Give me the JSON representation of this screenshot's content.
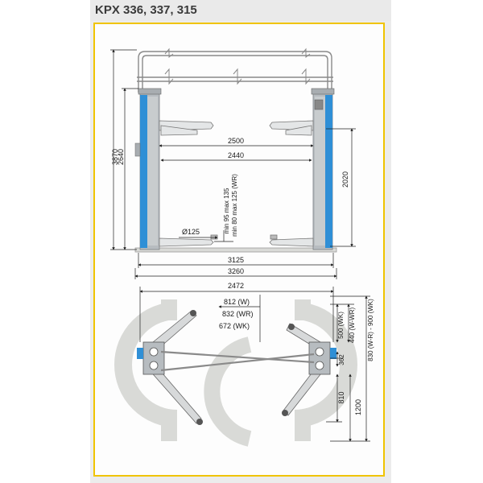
{
  "header": {
    "title": "KPX 336, 337, 315"
  },
  "colors": {
    "frame": "#f0c400",
    "column_blue": "#2f8fd6",
    "column_grey": "#b7bcc0",
    "footprint": "#d9dad7"
  },
  "front_view": {
    "dims": {
      "total_height": "3870",
      "column_height": "2640",
      "width_2500": "2500",
      "width_2440": "2440",
      "height_2020": "2020",
      "min95": "min 95 max 135",
      "min80": "min 80 max 125 (WR)",
      "pad_dia": "Ø125",
      "width_3125": "3125",
      "width_3260": "3260"
    }
  },
  "top_view": {
    "dims": {
      "width_2472": "2472",
      "d812w": "812 (W)",
      "d832wr": "832 (WR)",
      "d672wk": "672 (WK)",
      "d500wk": "500 (WK)",
      "d440": "440 (W-WR)",
      "d830": "830 (W-R) - 900 (WK)",
      "d362": "362",
      "d810": "810",
      "d1200": "1200"
    }
  }
}
